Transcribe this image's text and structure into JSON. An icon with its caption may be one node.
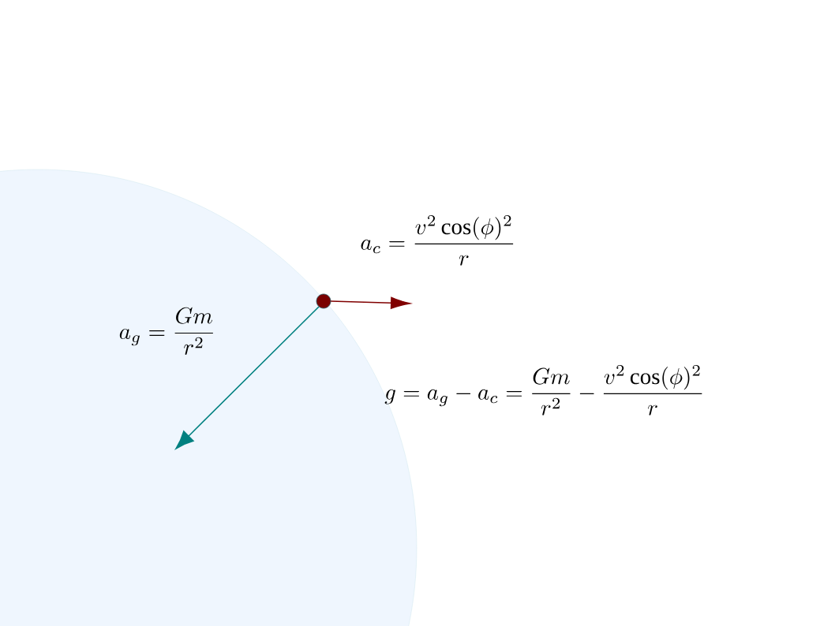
{
  "diagram": {
    "labels": [
      "a_c=\\frac{v^2\\cos(\\phi)^2}{r}",
      "a_g=\\frac{Gm}{r^2}",
      "g=a_g-a_c=\\frac{Gm}{r^2}-\\frac{v^2\\cos(\\phi)^2}{r}"
    ]
  }
}
